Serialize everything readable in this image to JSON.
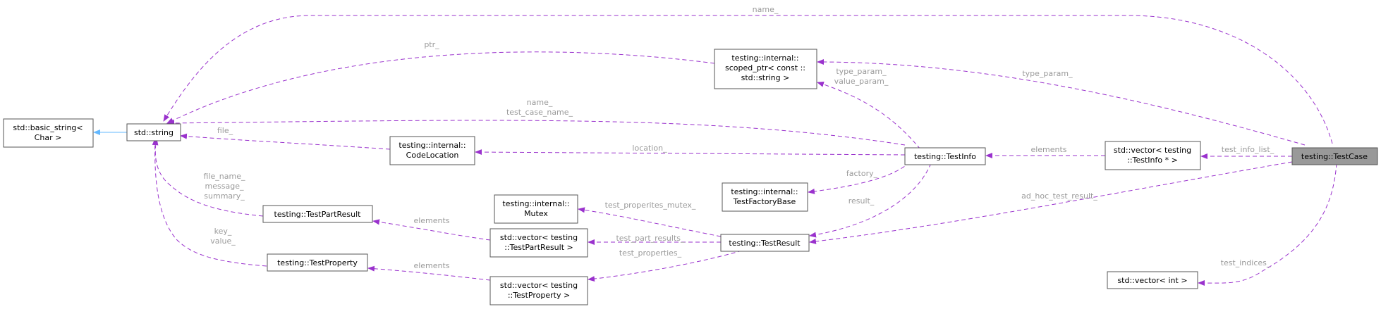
{
  "colors": {
    "member_edge": "#9a32cd",
    "inherit_edge": "#63b8ff",
    "focus_node": "#999999",
    "node_border": "#555555",
    "label_text": "#9a9a9a"
  },
  "nodes": {
    "testcase": [
      "testing::TestCase"
    ],
    "basic_string": [
      "std::basic_string<",
      "Char >"
    ],
    "string": [
      "std::string"
    ],
    "scoped_ptr": [
      "testing::internal::",
      "scoped_ptr< const ::",
      "std::string >"
    ],
    "code_location": [
      "testing::internal::",
      "CodeLocation"
    ],
    "testinfo": [
      "testing::TestInfo"
    ],
    "vector_testinfo": [
      "std::vector< testing",
      "::TestInfo * >"
    ],
    "mutex": [
      "testing::internal::",
      "Mutex"
    ],
    "testfactorybase": [
      "testing::internal::",
      "TestFactoryBase"
    ],
    "testpartresult": [
      "testing::TestPartResult"
    ],
    "testproperty": [
      "testing::TestProperty"
    ],
    "vector_testpartresult": [
      "std::vector< testing",
      "::TestPartResult >"
    ],
    "vector_testproperty": [
      "std::vector< testing",
      "::TestProperty >"
    ],
    "testresult": [
      "testing::TestResult"
    ],
    "vector_int": [
      "std::vector< int >"
    ]
  },
  "edge_labels": {
    "name": [
      "name_"
    ],
    "ptr": [
      "ptr_"
    ],
    "type_param_testcase": [
      "type_param_"
    ],
    "type_value_param": [
      "type_param_",
      "value_param_"
    ],
    "name_test_case_name": [
      "name_",
      "test_case_name_"
    ],
    "file": [
      "file_"
    ],
    "location": [
      "location_"
    ],
    "elements_testinfo": [
      "elements"
    ],
    "test_info_list": [
      "test_info_list_"
    ],
    "factory": [
      "factory_"
    ],
    "result": [
      "result_"
    ],
    "ad_hoc_test_result": [
      "ad_hoc_test_result_"
    ],
    "file_message_summary": [
      "file_name_",
      "message_",
      "summary_"
    ],
    "key_value": [
      "key_",
      "value_"
    ],
    "elements_testpartresult": [
      "elements"
    ],
    "elements_testproperty": [
      "elements"
    ],
    "test_properties_mutex": [
      "test_properites_mutex_"
    ],
    "test_part_results": [
      "test_part_results_"
    ],
    "test_properties": [
      "test_properties_"
    ],
    "test_indices": [
      "test_indices_"
    ]
  }
}
